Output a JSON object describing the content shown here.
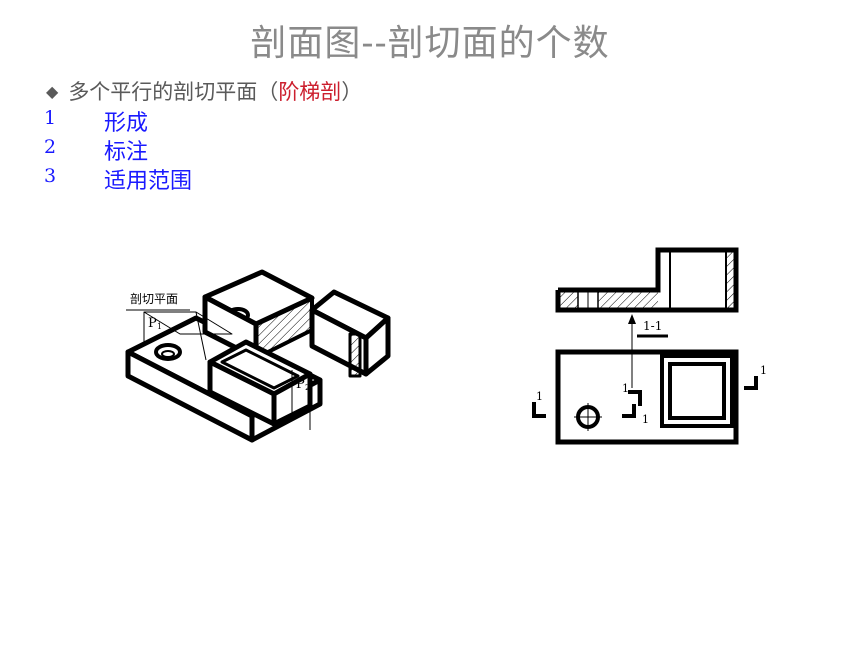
{
  "title": "剖面图--剖切面的个数",
  "bullet": {
    "icon": "diamond-bullet-icon",
    "prefix": "多个平行的剖切平面（",
    "highlight": "阶梯剖",
    "suffix": "）"
  },
  "items": [
    {
      "num": "1",
      "label": "形成"
    },
    {
      "num": "2",
      "label": "标注"
    },
    {
      "num": "3",
      "label": "适用范围"
    }
  ],
  "iso_labels": {
    "cut_plane": "剖切平面",
    "p1": "P",
    "p1_sub": "1",
    "p2": "P",
    "p2_sub": "2"
  },
  "ortho_labels": {
    "section": "1-1",
    "left_mark": "1",
    "right_mark": "1",
    "mid_top": "1",
    "mid_bottom": "1"
  },
  "colors": {
    "title": "#8a8a8a",
    "bullet_text": "#5a5a5a",
    "highlight": "#cc1f2e",
    "list": "#1a1aff"
  }
}
